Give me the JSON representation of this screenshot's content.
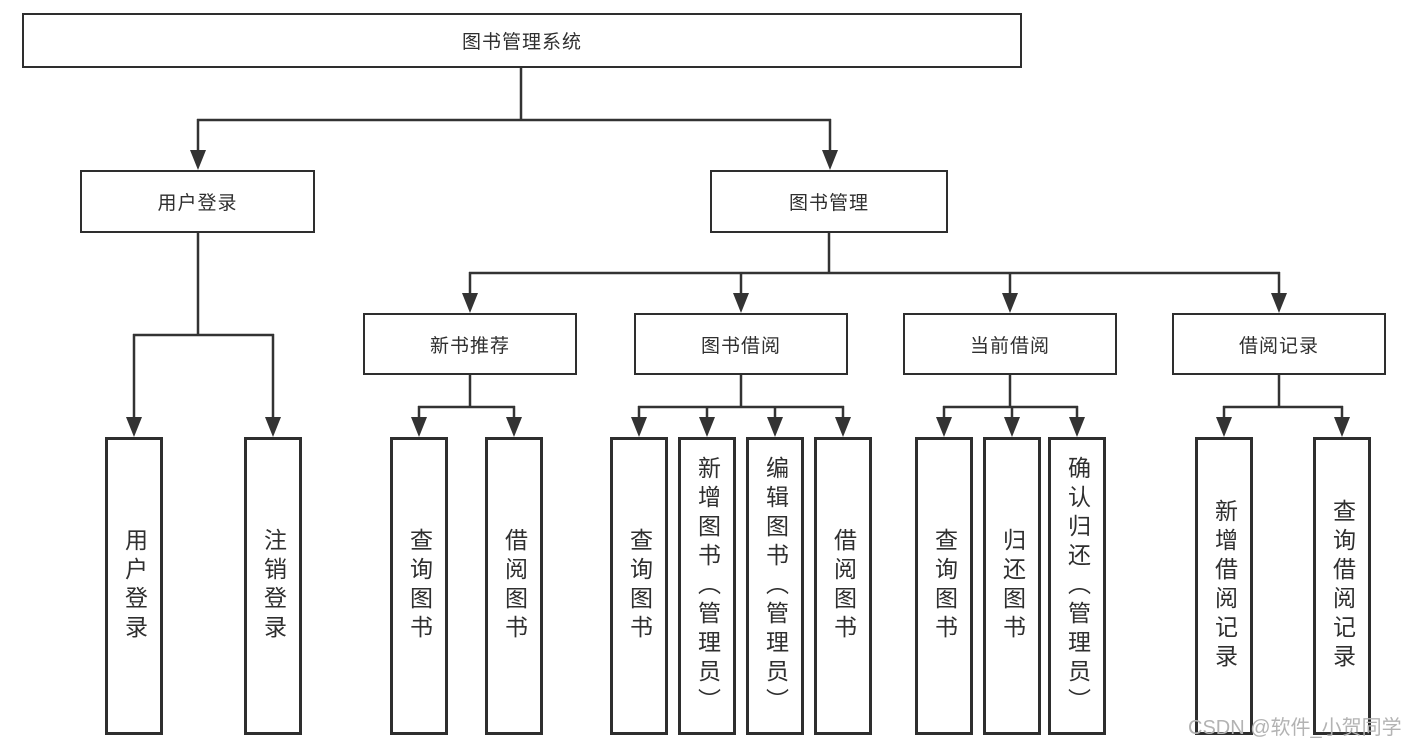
{
  "diagram": {
    "title": "图书管理系统",
    "watermark": "CSDN @软件_小贺同学",
    "colors": {
      "stroke": "#333333",
      "box_border": "#2e2e2e",
      "text": "#2f2f2f",
      "watermark": "#b3b3b3",
      "background": "#ffffff"
    },
    "nodes": {
      "root": "图书管理系统",
      "user_login": "用户登录",
      "book_mgmt": "图书管理",
      "new_book_rec": "新书推荐",
      "book_borrow": "图书借阅",
      "current_borrow": "当前借阅",
      "borrow_records": "借阅记录",
      "ul_login": "用户登录",
      "ul_logout": "注销登录",
      "nb_query": "查询图书",
      "nb_borrow": "借阅图书",
      "bb_query": "查询图书",
      "bb_add": "新增图书（管理员）",
      "bb_edit": "编辑图书（管理员）",
      "bb_borrow": "借阅图书",
      "cb_query": "查询图书",
      "cb_return": "归还图书",
      "cb_confirm": "确认归还（管理员）",
      "br_add": "新增借阅记录",
      "br_query": "查询借阅记录"
    }
  }
}
